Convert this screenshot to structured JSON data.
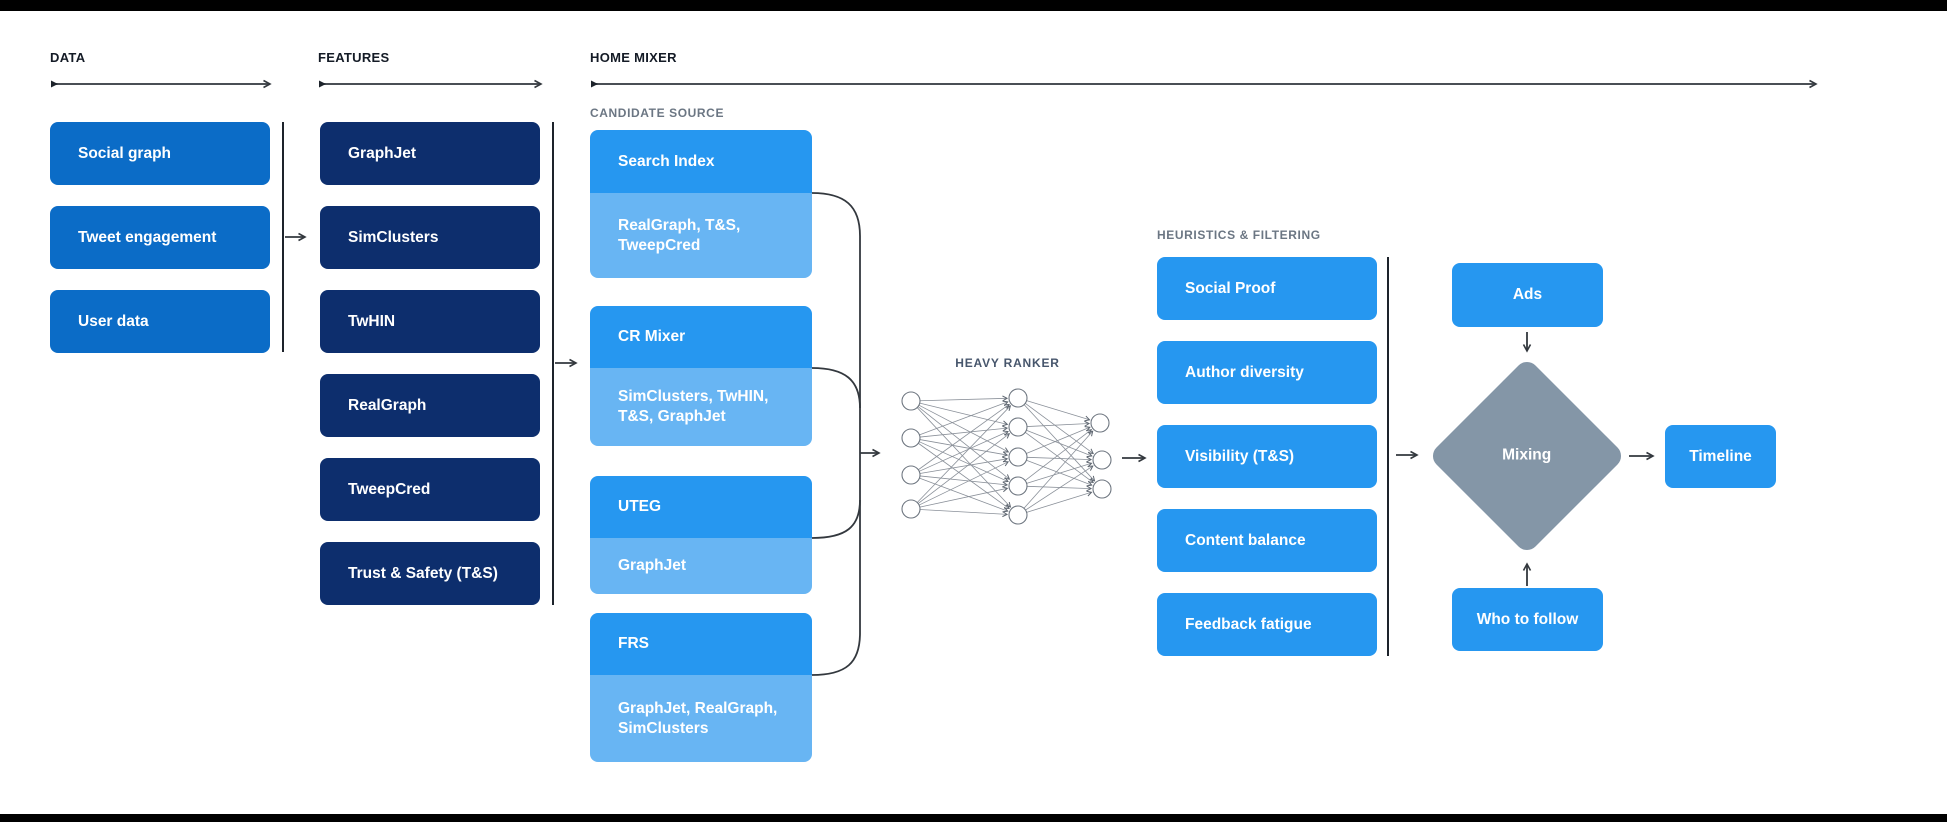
{
  "colors": {
    "data_box": "#0b6cc7",
    "features_box": "#0d2e6d",
    "candidate_top": "#2697f0",
    "candidate_bottom": "#68b5f3",
    "heuristic_box": "#2697f0",
    "side_box": "#2697f0",
    "mixing_diamond": "#8496a7"
  },
  "stages": {
    "data": {
      "label": "DATA",
      "items": [
        "Social graph",
        "Tweet engagement",
        "User data"
      ]
    },
    "features": {
      "label": "FEATURES",
      "items": [
        "GraphJet",
        "SimClusters",
        "TwHIN",
        "RealGraph",
        "TweepCred",
        "Trust & Safety (T&S)"
      ]
    },
    "home_mixer": {
      "label": "HOME MIXER",
      "candidate_source": {
        "label": "CANDIDATE SOURCE",
        "items": [
          {
            "name": "Search Index",
            "inputs": "RealGraph, T&S, TweepCred"
          },
          {
            "name": "CR Mixer",
            "inputs": "SimClusters, TwHIN, T&S, GraphJet"
          },
          {
            "name": "UTEG",
            "inputs": "GraphJet"
          },
          {
            "name": "FRS",
            "inputs": "GraphJet, RealGraph, SimClusters"
          }
        ]
      },
      "heavy_ranker": {
        "label": "HEAVY RANKER"
      },
      "heuristics": {
        "label": "HEURISTICS & FILTERING",
        "items": [
          "Social Proof",
          "Author diversity",
          "Visibility (T&S)",
          "Content balance",
          "Feedback fatigue"
        ]
      },
      "mixing": {
        "ads": "Ads",
        "diamond": "Mixing",
        "who_to_follow": "Who to follow",
        "timeline": "Timeline"
      }
    }
  }
}
